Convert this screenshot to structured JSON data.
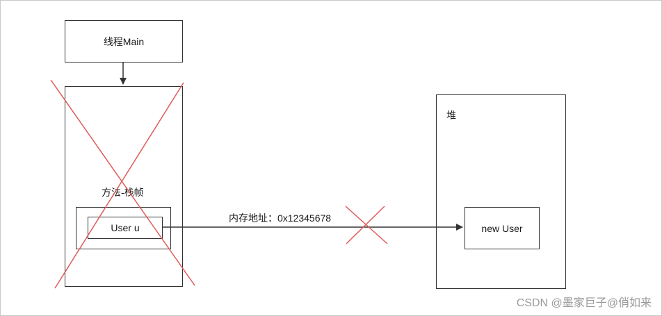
{
  "diagram": {
    "thread_box": {
      "label": "线程Main"
    },
    "stack_frame": {
      "label": "方法-栈帧"
    },
    "local_var": {
      "label": "User u"
    },
    "heap": {
      "label": "堆"
    },
    "heap_object": {
      "label": "new User"
    },
    "reference_edge": {
      "label": "内存地址：0x12345678"
    }
  },
  "colors": {
    "stroke": "#333333",
    "cross_mark": "#e05a5a",
    "watermark": "#9a9a9a"
  },
  "watermark": {
    "text": "CSDN @墨家巨子@俏如来"
  }
}
